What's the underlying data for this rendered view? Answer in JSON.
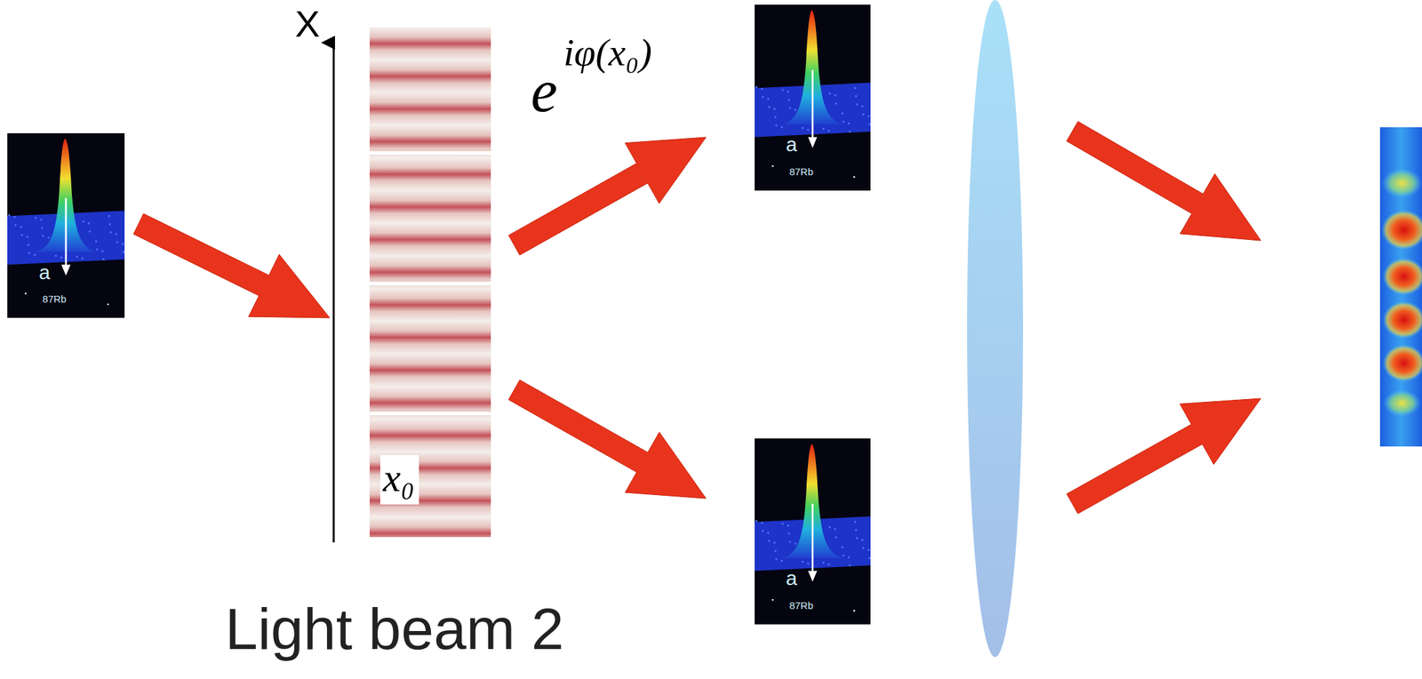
{
  "diagram": {
    "labels": [
      "X",
      "x₀",
      "e",
      "iφ(x₀)",
      "a",
      "87Rb",
      "a",
      "87Rb",
      "a",
      "87Rb",
      "Light beam 2"
    ]
  }
}
